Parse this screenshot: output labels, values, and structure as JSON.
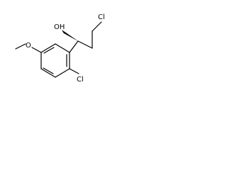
{
  "structure": {
    "labels": {
      "hydroxyl": "OH",
      "chlorine_chain": "Cl",
      "chlorine_ring": "Cl",
      "methoxy_oxygen": "O"
    },
    "stereo_bond": "wedge"
  }
}
